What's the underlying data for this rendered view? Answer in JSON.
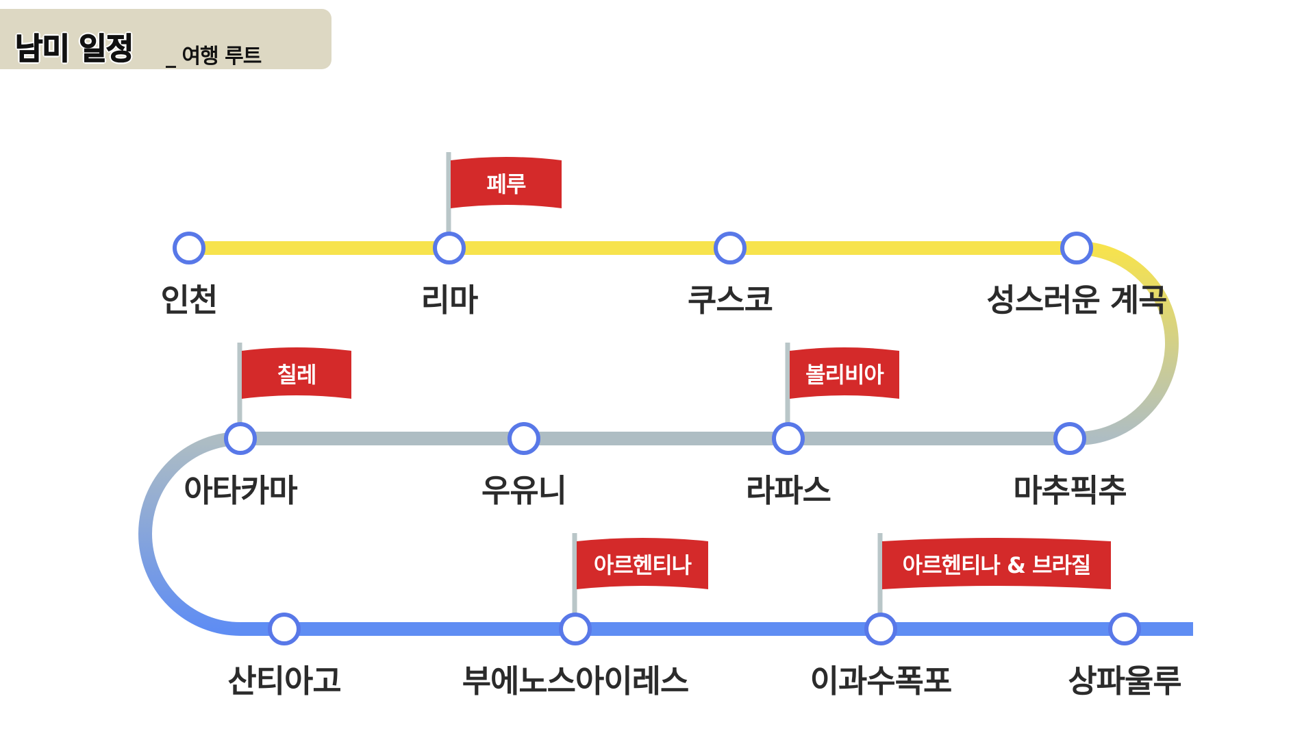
{
  "header": {
    "title": "남미 일정",
    "subtitle": "_ 여행 루트"
  },
  "colors": {
    "line1": "#f7e34d",
    "line2": "#aebdc3",
    "line3": "#5f8df3",
    "node_stroke": "#5878e8",
    "flag": "#d42a2a"
  },
  "route": {
    "rows": [
      {
        "stops": [
          "인천",
          "리마",
          "쿠스코",
          "성스러운 계곡"
        ]
      },
      {
        "stops": [
          "아타카마",
          "우유니",
          "라파스",
          "마추픽추"
        ]
      },
      {
        "stops": [
          "산티아고",
          "부에노스아이레스",
          "이과수폭포",
          "상파울루"
        ]
      }
    ],
    "flags": [
      {
        "label": "페루",
        "row": 0,
        "stop": 1
      },
      {
        "label": "칠레",
        "row": 1,
        "stop": 0
      },
      {
        "label": "볼리비아",
        "row": 1,
        "stop": 2
      },
      {
        "label": "아르헨티나",
        "row": 2,
        "stop": 1
      },
      {
        "label": "아르헨티나 & 브라질",
        "row": 2,
        "stop": 2
      }
    ]
  }
}
